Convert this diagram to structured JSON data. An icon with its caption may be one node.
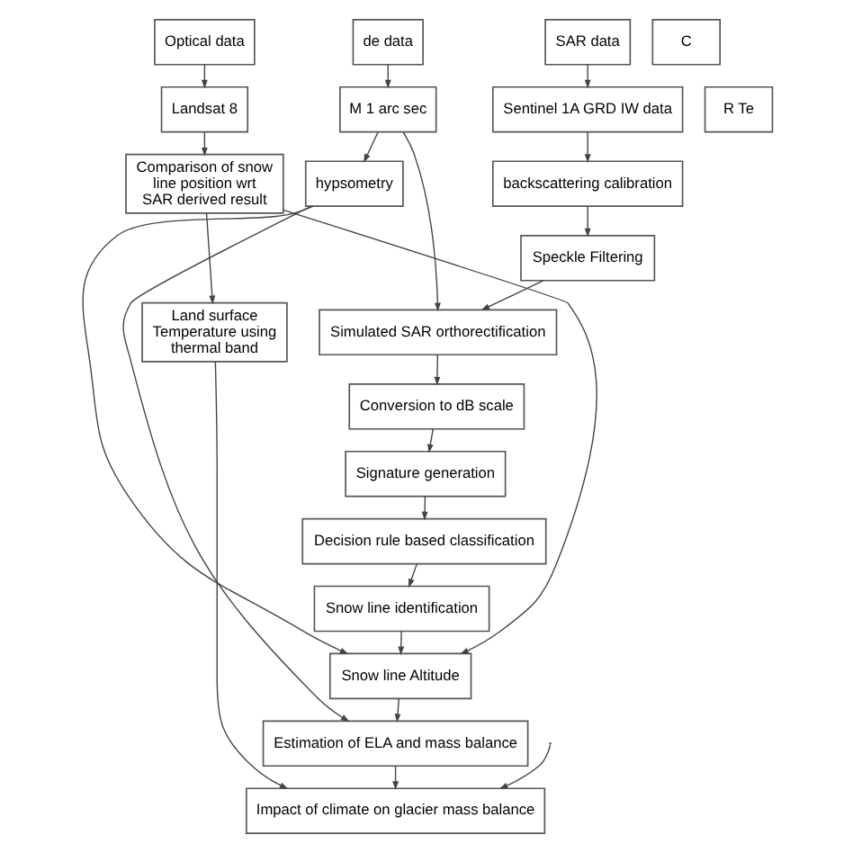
{
  "diagram": {
    "nodes": [
      {
        "text": [
          "de data"
        ]
      },
      {
        "text": [
          "SAR data"
        ]
      },
      {
        "text": [
          "Optical data"
        ]
      },
      {
        "text": [
          "C"
        ]
      },
      {
        "text": [
          "M 1 arc sec"
        ]
      },
      {
        "text": [
          "Sentinel 1A GRD IW data"
        ]
      },
      {
        "text": [
          "Landsat 8"
        ]
      },
      {
        "text": [
          "R Te"
        ]
      },
      {
        "text": [
          "hypsometry"
        ]
      },
      {
        "text": [
          "backscattering calibration"
        ]
      },
      {
        "text": [
          "Comparison of snow line position wrt SAR derived result"
        ]
      },
      {
        "text": [
          "Speckle Filtering"
        ]
      },
      {
        "text": [
          "Simulated SAR orthorectification"
        ]
      },
      {
        "text": [
          "Conversion to dB scale"
        ]
      },
      {
        "text": [
          "Signature generation"
        ]
      },
      {
        "text": [
          "Decision rule based classification"
        ]
      },
      {
        "text": [
          "Land surface Temperature using thermal band"
        ]
      },
      {
        "text": [
          "Snow line identification"
        ]
      },
      {
        "text": [
          "Snow line Altitude"
        ]
      },
      {
        "text": [
          "Estimation of ELA and mass balance"
        ]
      },
      {
        "text": [
          "Impact of climate on glacier mass balance"
        ]
      }
    ],
    "edges": [
      {
        "from": 0,
        "to": 4,
        "arrow": "to"
      },
      {
        "from": 4,
        "to": 8,
        "arrow": "to"
      },
      {
        "from": 4,
        "to": 12,
        "arrow": "to"
      },
      {
        "from": 1,
        "to": 5,
        "arrow": "to"
      },
      {
        "from": 5,
        "to": 9,
        "arrow": "to"
      },
      {
        "from": 9,
        "to": 11,
        "arrow": "to"
      },
      {
        "from": 11,
        "to": 12,
        "arrow": "to"
      },
      {
        "from": 12,
        "to": 13,
        "arrow": "to"
      },
      {
        "from": 13,
        "to": 14,
        "arrow": "to"
      },
      {
        "from": 14,
        "to": 15,
        "arrow": "to"
      },
      {
        "from": 15,
        "to": 17,
        "arrow": "to"
      },
      {
        "from": 17,
        "to": 18,
        "arrow": "to"
      },
      {
        "from": 8,
        "to": 18,
        "arrow": "to"
      },
      {
        "from": 10,
        "to": 18,
        "arrow": "to"
      },
      {
        "from": 18,
        "to": 19,
        "arrow": "to"
      },
      {
        "from": 8,
        "to": 19,
        "arrow": "to"
      },
      {
        "from": 19,
        "to": 20,
        "arrow": "to"
      },
      {
        "from": 2,
        "to": 6,
        "arrow": "to"
      },
      {
        "from": 6,
        "to": 10,
        "arrow": "to"
      },
      {
        "from": 10,
        "to": 16,
        "arrow": "to"
      },
      {
        "from": 16,
        "to": 20,
        "arrow": "to"
      },
      {
        "from": null,
        "to": 20,
        "arrow": "to"
      }
    ]
  }
}
